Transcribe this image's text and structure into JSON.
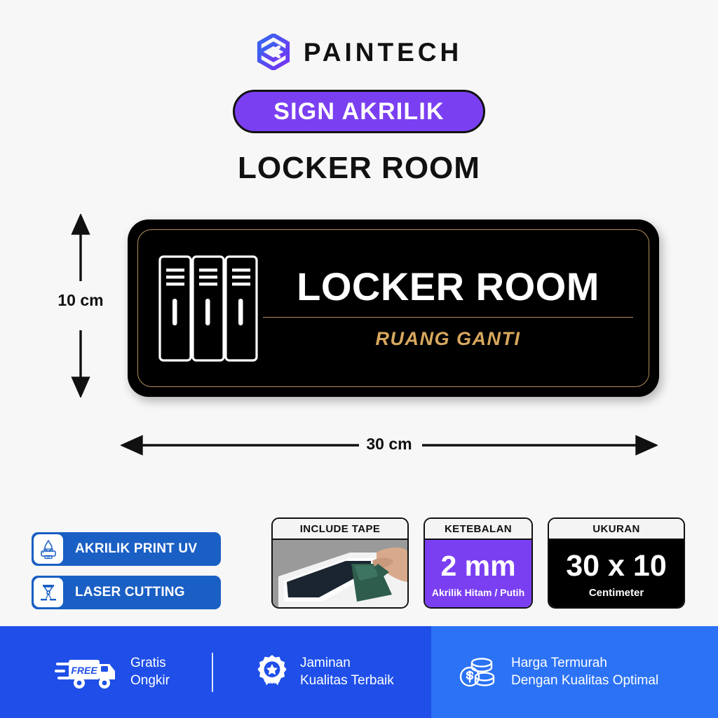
{
  "brand": {
    "name": "PAINTECH",
    "logo_icon": "hexagon-logo-icon",
    "gradient_start": "#2f6bf0",
    "gradient_end": "#7b2ff2"
  },
  "category_badge": {
    "label": "SIGN AKRILIK",
    "bg_color": "#7b3ff2",
    "text_color": "#ffffff"
  },
  "page_title": "LOCKER ROOM",
  "sign": {
    "main_text": "LOCKER ROOM",
    "sub_text": "RUANG GANTI",
    "icon": "lockers-icon",
    "plate_color": "#000000",
    "accent_color": "#b08d5a",
    "main_text_color": "#ffffff",
    "sub_text_color": "#d8a85e"
  },
  "dimensions": {
    "height_label": "10 cm",
    "width_label": "30 cm",
    "vertical_arrow_icon": "arrow-updown-icon",
    "horizontal_arrow_icon": "arrow-leftright-icon"
  },
  "features": [
    {
      "label": "AKRILIK PRINT UV",
      "icon": "uv-printer-icon"
    },
    {
      "label": "LASER CUTTING",
      "icon": "laser-cutter-icon"
    }
  ],
  "spec_cards": [
    {
      "title": "INCLUDE TAPE",
      "type": "photo",
      "photo_icon": "tape-peel-photo"
    },
    {
      "title": "KETEBALAN",
      "value": "2 mm",
      "note": "Akrilik Hitam / Putih",
      "bg_color": "#7b3ff2"
    },
    {
      "title": "UKURAN",
      "value": "30 x 10",
      "note": "Centimeter",
      "bg_color": "#000000"
    }
  ],
  "banner": {
    "left_bg": "#1f4fe8",
    "right_bg": "#2b72f5",
    "items": [
      {
        "line1": "Gratis",
        "line2": "Ongkir",
        "icon": "free-shipping-truck-icon",
        "badge_text": "FREE"
      },
      {
        "line1": "Jaminan",
        "line2": "Kualitas Terbaik",
        "icon": "quality-rosette-icon"
      },
      {
        "line1": "Harga Termurah",
        "line2": "Dengan Kualitas Optimal",
        "icon": "coins-price-icon"
      }
    ]
  }
}
